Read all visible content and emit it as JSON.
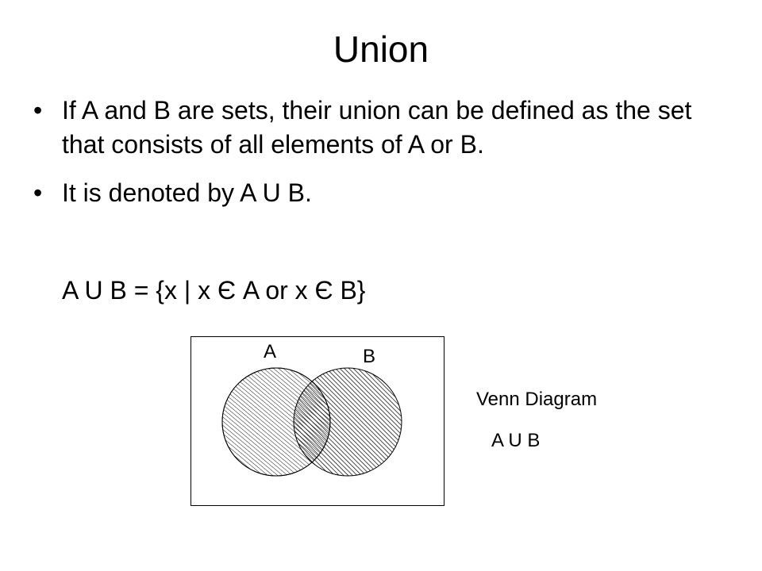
{
  "slide": {
    "title": "Union",
    "bullets": [
      {
        "marker": "•",
        "text": "If A and B are sets, their union can be defined as the set that consists of all elements of A or B."
      },
      {
        "marker": "•",
        "text": "It is denoted by A U B."
      }
    ],
    "formula": "A U B = {x | x Є A or x Є B}"
  },
  "venn": {
    "set_a_label": "A",
    "set_b_label": "B",
    "caption": "Venn Diagram",
    "subcaption": "A U B",
    "colors": {
      "outline": "#000000",
      "hatch": "#000000",
      "fill": "#ffffff"
    }
  }
}
